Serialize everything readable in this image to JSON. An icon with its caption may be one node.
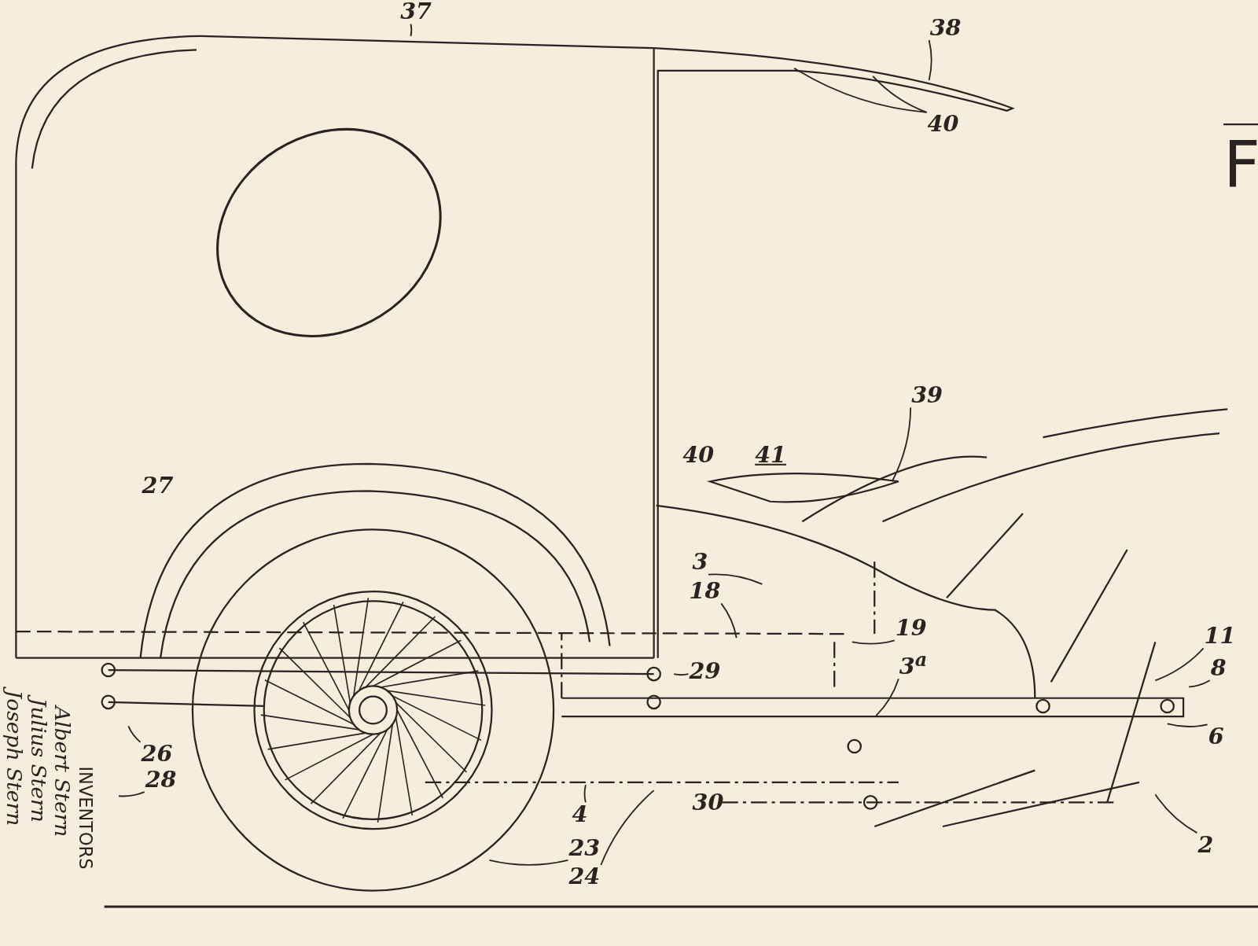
{
  "diagram": {
    "nodes": [
      {
        "text": [
          "37"
        ]
      },
      {
        "text": [
          "38"
        ]
      },
      {
        "text": [
          "40"
        ]
      },
      {
        "text": [
          "39"
        ]
      },
      {
        "text": [
          "3"
        ]
      },
      {
        "text": [
          "18"
        ]
      },
      {
        "text": [
          "19"
        ]
      },
      {
        "text": [
          "3$^{a}$"
        ]
      },
      {
        "text": [
          "29"
        ]
      },
      {
        "text": [
          "11"
        ]
      },
      {
        "text": [
          "8"
        ]
      },
      {
        "text": [
          "6"
        ]
      },
      {
        "text": [
          "26"
        ]
      },
      {
        "text": [
          "28"
        ]
      },
      {
        "text": [
          "4"
        ]
      },
      {
        "text": [
          "23"
        ]
      },
      {
        "text": [
          "24"
        ]
      },
      {
        "text": [
          "2"
        ]
      }
    ],
    "edges": [
      {
        "from": 0,
        "to": null,
        "arrow": "none"
      },
      {
        "from": 1,
        "to": null,
        "arrow": "none"
      },
      {
        "from": 2,
        "to": null,
        "arrow": "none"
      },
      {
        "from": 2,
        "to": null,
        "arrow": "none"
      },
      {
        "from": 3,
        "to": null,
        "arrow": "none"
      },
      {
        "from": 4,
        "to": null,
        "arrow": "none"
      },
      {
        "from": 5,
        "to": null,
        "arrow": "none"
      },
      {
        "from": 6,
        "to": null,
        "arrow": "none"
      },
      {
        "from": 7,
        "to": null,
        "arrow": "none"
      },
      {
        "from": 8,
        "to": null,
        "arrow": "none"
      },
      {
        "from": 9,
        "to": null,
        "arrow": "none"
      },
      {
        "from": 10,
        "to": null,
        "arrow": "none"
      },
      {
        "from": 11,
        "to": null,
        "arrow": "none"
      },
      {
        "from": 12,
        "to": null,
        "arrow": "none"
      },
      {
        "from": 13,
        "to": null,
        "arrow": "none"
      },
      {
        "from": 14,
        "to": null,
        "arrow": "none"
      },
      {
        "from": 15,
        "to": null,
        "arrow": "none"
      },
      {
        "from": 16,
        "to": null,
        "arrow": "none"
      },
      {
        "from": 17,
        "to": null,
        "arrow": "none"
      }
    ],
    "labels": [
      "F",
      "27",
      "40",
      "41",
      "30",
      "INVENTORS",
      "Albert Stern",
      "Julius Stern",
      "Joseph Stern"
    ]
  }
}
